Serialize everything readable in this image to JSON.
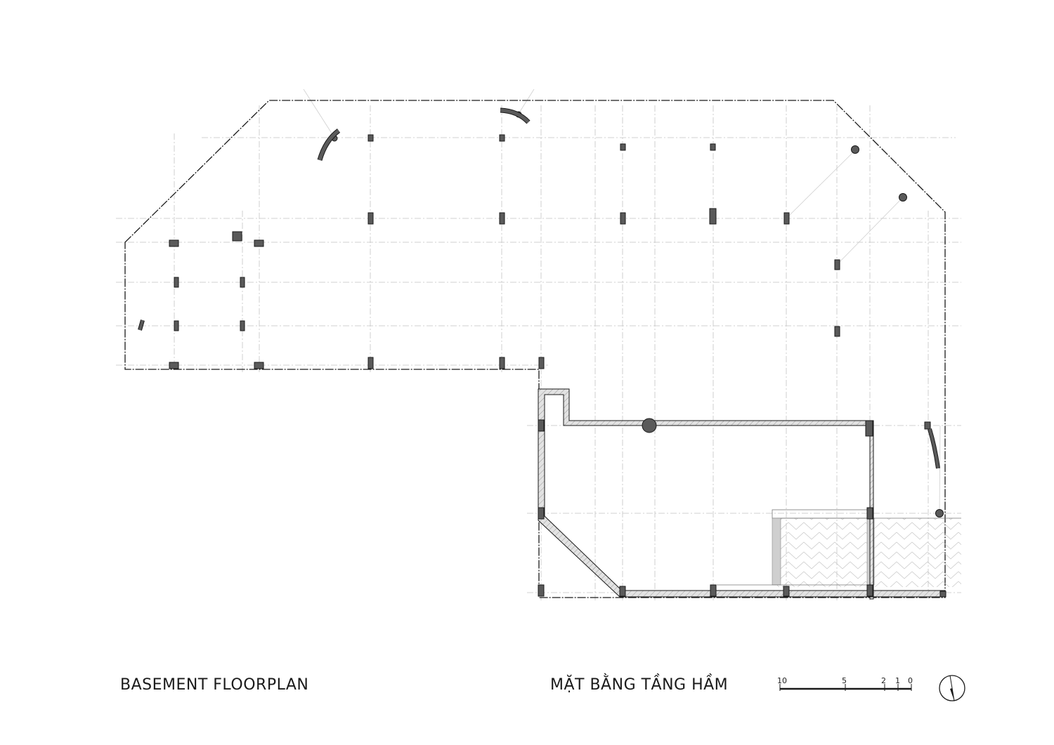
{
  "titles": {
    "english": "BASEMENT FLOORPLAN",
    "vietnamese": "MẶT BẰNG TẦNG HẦM"
  },
  "scale_bar": {
    "labels": [
      "10",
      "5",
      "2",
      "1",
      "0"
    ]
  },
  "north_arrow": {
    "icon": "north-arrow-icon"
  },
  "colors": {
    "line": "#1a1a1a",
    "grid": "#bdbdbd",
    "column": "#5a5a5a",
    "wall_fill": "#d8d8d8"
  }
}
